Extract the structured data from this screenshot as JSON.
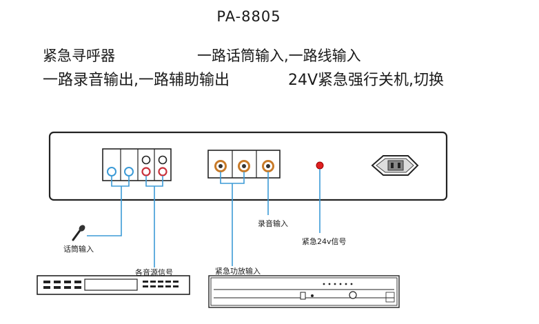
{
  "title": "PA-8805",
  "features": {
    "f1": "紧急寻呼器",
    "f2": "一路话筒输入,一路线输入",
    "f3": "一路录音输出,一路辅助输出",
    "f4": "24V紧急强行关机,切换"
  },
  "labels": {
    "mic_input": "话筒输入",
    "audio_sources": "各音源信号",
    "emergency_amp_input": "紧急功放输入",
    "record_input": "录音输入",
    "emergency_24v": "紧急24v信号"
  },
  "colors": {
    "line_blue": "#3b9ad6",
    "outline": "#222222",
    "rca_red": "#c8303a",
    "xlr_orange": "#c87a28",
    "led_red": "#e02020"
  },
  "icons": {
    "microphone": "microphone-icon",
    "power_socket": "power-socket-icon",
    "signal_source": "signal-source-device-icon",
    "amplifier": "power-amplifier-icon"
  }
}
